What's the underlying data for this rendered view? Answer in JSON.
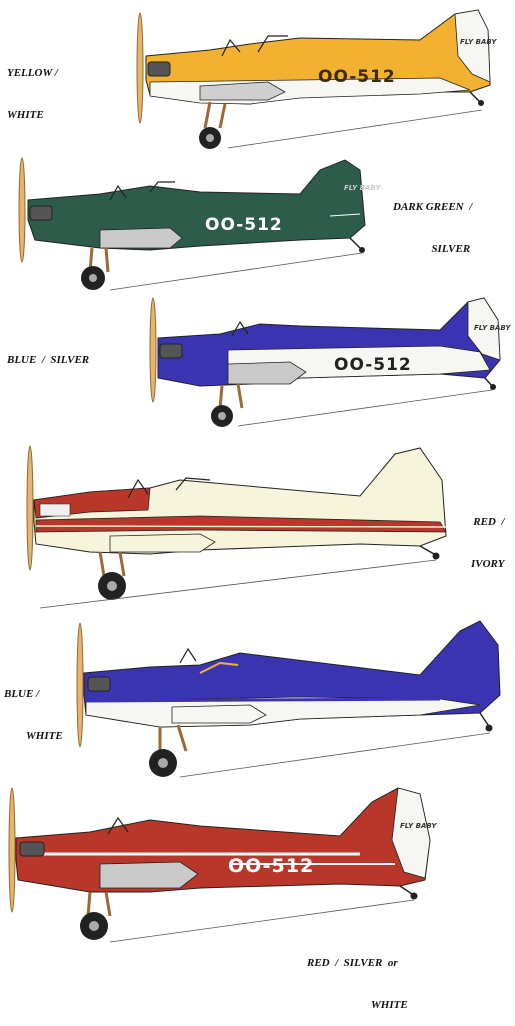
{
  "scheme_labels": [
    {
      "line1": "YELLOW /",
      "line2": "WHITE"
    },
    {
      "line1": "DARK GREEN  /",
      "line2": "SILVER"
    },
    {
      "line1": "BLUE  /  SILVER",
      "line2": ""
    },
    {
      "line1": "RED  /",
      "line2": "IVORY"
    },
    {
      "line1": "BLUE /",
      "line2": "WHITE"
    },
    {
      "line1": "RED  /  SILVER  or",
      "line2": "WHITE"
    }
  ],
  "registration": "OO-512",
  "tail_lettering": "FLY BABY",
  "colors": {
    "yellow": "#f2b130",
    "white": "#f6f6f2",
    "green": "#2e5c4a",
    "silver": "#c9c9c9",
    "blue": "#3a34b0",
    "red": "#b9372a",
    "ivory": "#f7f4dc",
    "wood": "#e9b46a"
  }
}
